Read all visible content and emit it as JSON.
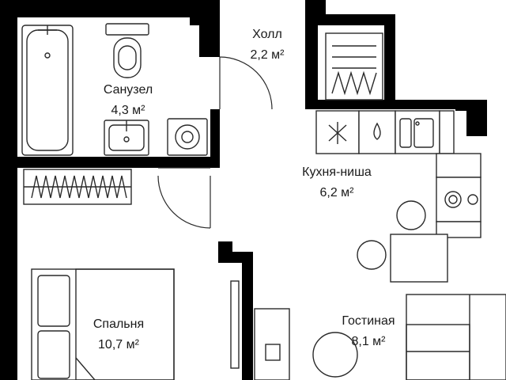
{
  "plan": {
    "colors": {
      "wall": "#000000",
      "line": "#2a2a2a",
      "background": "#ffffff",
      "text": "#1a1a1a"
    },
    "rooms": [
      {
        "name": "Холл",
        "area": "2,2 м²"
      },
      {
        "name": "Санузел",
        "area": "4,3 м²"
      },
      {
        "name": "Кухня-ниша",
        "area": "6,2 м²"
      },
      {
        "name": "Спальня",
        "area": "10,7 м²"
      },
      {
        "name": "Гостиная",
        "area": "8,1 м²"
      }
    ],
    "fixtures": [
      "bathtub-icon",
      "toilet-icon",
      "sink-icon",
      "washing-machine-icon",
      "wardrobe-icon",
      "closet-icon",
      "stove-icon",
      "kitchen-sink-icon",
      "refrigerator-icon",
      "hob-icon",
      "dining-table-icon",
      "chair-icon",
      "bed-icon",
      "sofa-icon",
      "round-table-icon"
    ]
  }
}
